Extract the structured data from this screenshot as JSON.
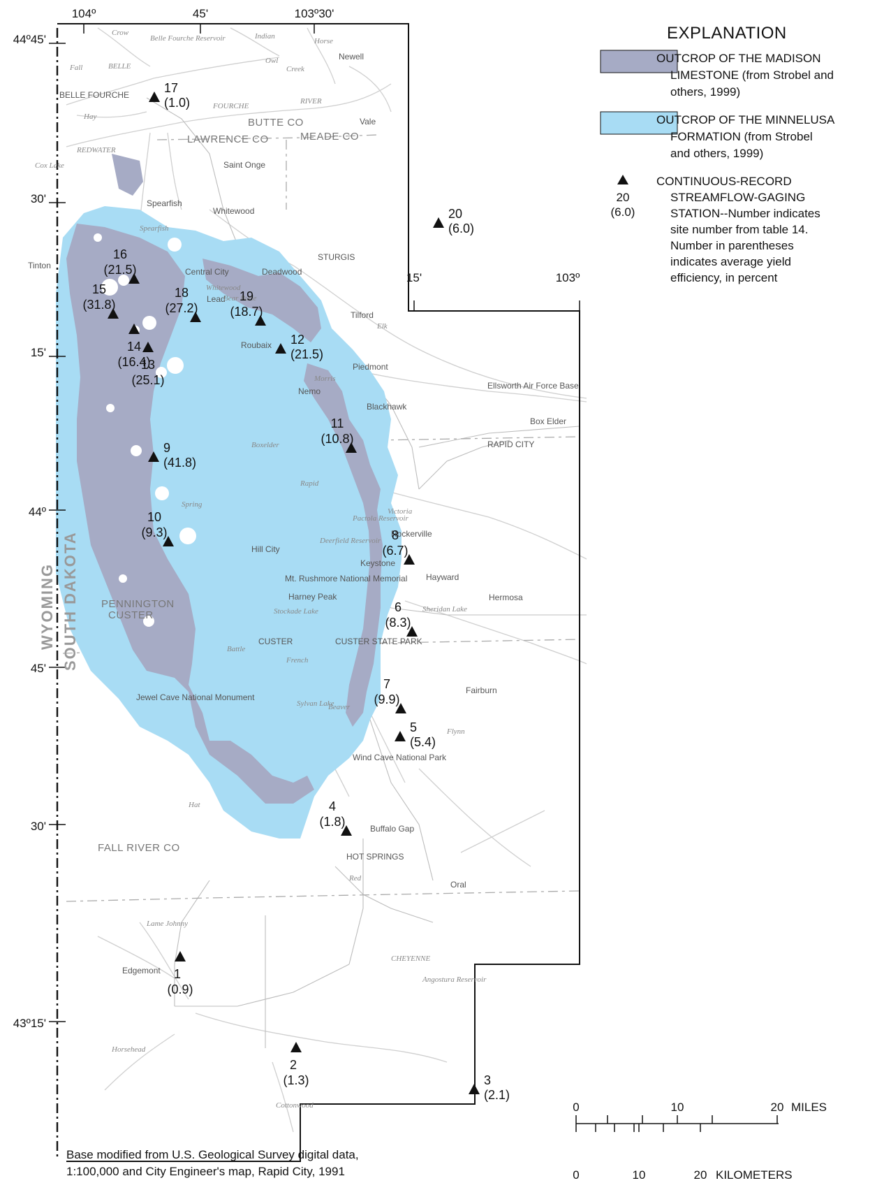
{
  "coords": {
    "top": [
      "104º",
      "45'",
      "103º30'"
    ],
    "left": [
      "44º45'",
      "30'",
      "15'",
      "44º",
      "45'",
      "30'",
      "43º15'"
    ],
    "inner": [
      "15'",
      "103º"
    ]
  },
  "counties": [
    "BUTTE CO",
    "LAWRENCE CO",
    "MEADE CO",
    "PENNINGTON",
    "CUSTER",
    "FALL RIVER CO"
  ],
  "states": [
    "WYOMING",
    "SOUTH DAKOTA"
  ],
  "places": [
    "Newell",
    "BELLE FOURCHE",
    "Vale",
    "Saint Onge",
    "Spearfish",
    "Whitewood",
    "STURGIS",
    "Tinton",
    "Central City",
    "Lead",
    "Deadwood",
    "Tilford",
    "Roubaix",
    "Piedmont",
    "Nemo",
    "Blackhawk",
    "Box Elder",
    "RAPID CITY",
    "Ellsworth Air Force Base",
    "Hill City",
    "Keystone",
    "Hayward",
    "Rockerville",
    "Mt. Rushmore National Memorial",
    "Harney Peak",
    "Hermosa",
    "CUSTER",
    "CUSTER STATE PARK",
    "Fairburn",
    "Jewel Cave National Monument",
    "Wind Cave National Park",
    "Buffalo Gap",
    "HOT SPRINGS",
    "Oral",
    "Edgemont"
  ],
  "streams": [
    "Crow",
    "Belle Fourche Reservoir",
    "Indian",
    "Horse",
    "Owl",
    "Creek",
    "BELLE",
    "FOURCHE",
    "RIVER",
    "Hay",
    "REDWATER",
    "Cox Lake",
    "Spearfish",
    "Whitewood",
    "Bear Butte",
    "Elk",
    "Morris",
    "Boxelder",
    "Rapid",
    "Pactola Reservoir",
    "Victoria",
    "Spring",
    "Deerfield Reservoir",
    "Sheridan Lake",
    "Battle",
    "French",
    "Stockade Lake",
    "Sylvan Lake",
    "Beaver",
    "Flynn",
    "Lame Johnny",
    "CHEYENNE",
    "Angostura Reservoir",
    "Horsehead",
    "Cottonwood",
    "Hat",
    "Red",
    "Fall"
  ],
  "stations": [
    {
      "num": "1",
      "yield": "(0.9)"
    },
    {
      "num": "2",
      "yield": "(1.3)"
    },
    {
      "num": "3",
      "yield": "(2.1)"
    },
    {
      "num": "4",
      "yield": "(1.8)"
    },
    {
      "num": "5",
      "yield": "(5.4)"
    },
    {
      "num": "6",
      "yield": "(8.3)"
    },
    {
      "num": "7",
      "yield": "(9.9)"
    },
    {
      "num": "8",
      "yield": "(6.7)"
    },
    {
      "num": "9",
      "yield": "(41.8)"
    },
    {
      "num": "10",
      "yield": "(9.3)"
    },
    {
      "num": "11",
      "yield": "(10.8)"
    },
    {
      "num": "12",
      "yield": "(21.5)"
    },
    {
      "num": "13",
      "yield": "(25.1)"
    },
    {
      "num": "14",
      "yield": "(16.4)"
    },
    {
      "num": "15",
      "yield": "(31.8)"
    },
    {
      "num": "16",
      "yield": "(21.5)"
    },
    {
      "num": "17",
      "yield": "(1.0)"
    },
    {
      "num": "18",
      "yield": "(27.2)"
    },
    {
      "num": "19",
      "yield": "(18.7)"
    },
    {
      "num": "20",
      "yield": "(6.0)"
    }
  ],
  "legend": {
    "title": "EXPLANATION",
    "madison": [
      "OUTCROP OF THE MADISON",
      "LIMESTONE (from Strobel and",
      "others, 1999)"
    ],
    "minnelusa": [
      "OUTCROP OF THE MINNELUSA",
      "FORMATION (from Strobel",
      "and others, 1999)"
    ],
    "station_example": {
      "num": "20",
      "yield": "(6.0)"
    },
    "station_text": [
      "CONTINUOUS-RECORD",
      "STREAMFLOW-GAGING",
      "STATION--Number indicates",
      "site number from table 14.",
      "Number in parentheses",
      "indicates average yield",
      "efficiency, in percent"
    ]
  },
  "scale": {
    "miles_ticks": [
      "0",
      "10",
      "20"
    ],
    "miles_unit": "MILES",
    "km_ticks": [
      "0",
      "10",
      "20"
    ],
    "km_unit": "KILOMETERS"
  },
  "credit": [
    "Base modified from U.S. Geological Survey digital data,",
    "1:100,000 and City Engineer's map, Rapid City, 1991"
  ],
  "colors": {
    "madison": "#a6abc5",
    "minnelusa": "#a8dcf4",
    "border": "#111111",
    "roads": "#b8b8b8",
    "streams": "#c9c9c9"
  }
}
